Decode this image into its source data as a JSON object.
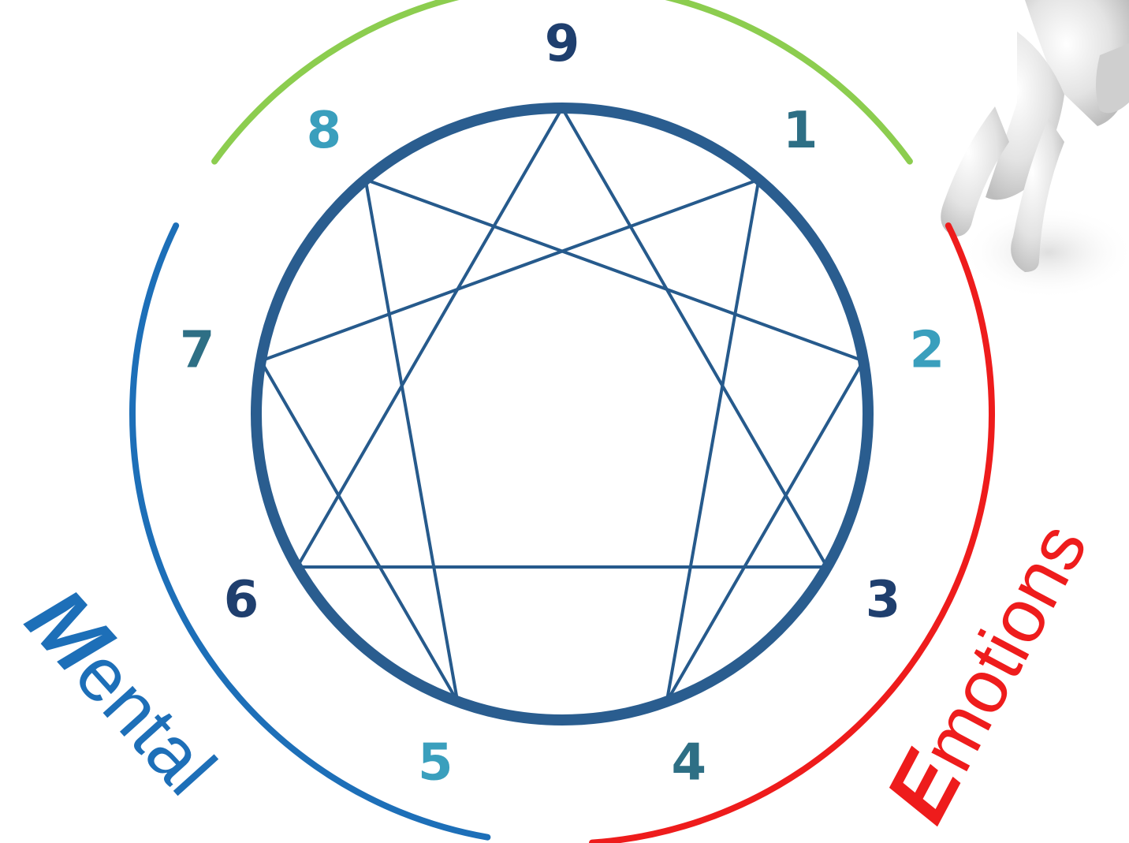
{
  "diagram": {
    "points": [
      {
        "label": "9",
        "color": "#1f3f6e"
      },
      {
        "label": "1",
        "color": "#2e6f85"
      },
      {
        "label": "2",
        "color": "#3a9fbd"
      },
      {
        "label": "3",
        "color": "#1f3f6e"
      },
      {
        "label": "4",
        "color": "#2e6f85"
      },
      {
        "label": "5",
        "color": "#3a9fbd"
      },
      {
        "label": "6",
        "color": "#1f3f6e"
      },
      {
        "label": "7",
        "color": "#2e6f85"
      },
      {
        "label": "8",
        "color": "#3a9fbd"
      }
    ],
    "lines_color": "#265a8c",
    "circle_color": "#2a5d8f",
    "groups": [
      {
        "id": "instinct",
        "points": [
          "8",
          "9",
          "1"
        ],
        "color": "#8ccd4f",
        "label_initial": "",
        "label_rest": ""
      },
      {
        "id": "emotions",
        "points": [
          "2",
          "3",
          "4"
        ],
        "color": "#ee1c1c",
        "label_initial": "E",
        "label_rest": "motions"
      },
      {
        "id": "mental",
        "points": [
          "5",
          "6",
          "7"
        ],
        "color": "#1d6fb8",
        "label_initial": "M",
        "label_rest": "ental"
      }
    ]
  }
}
